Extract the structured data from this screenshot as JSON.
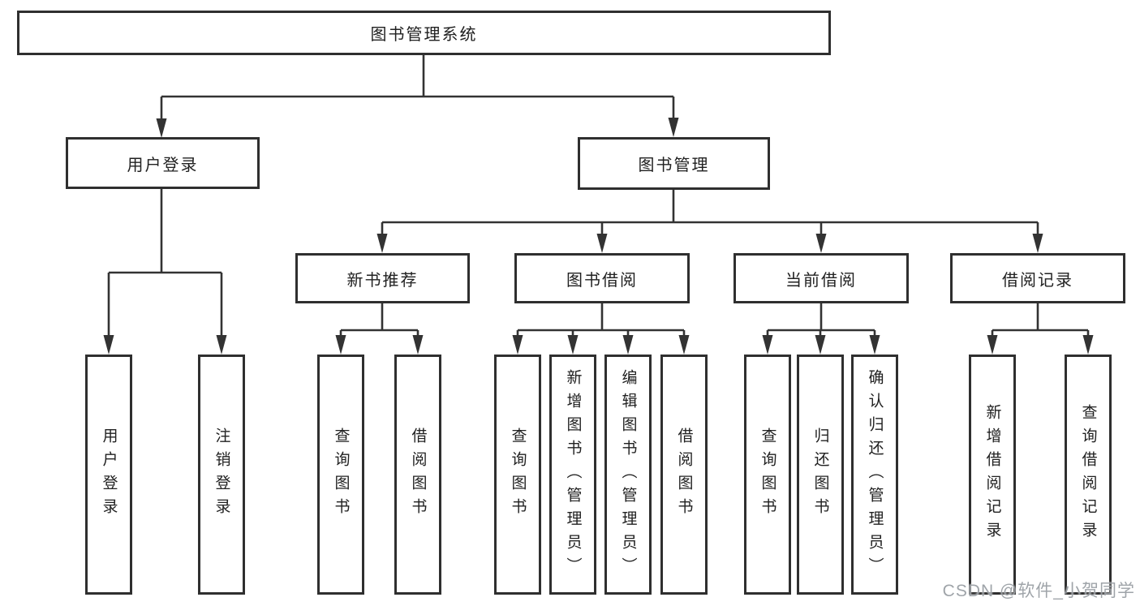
{
  "tree": {
    "root": {
      "label": "图书管理系统",
      "children": [
        {
          "label": "用户登录",
          "children": [
            {
              "label": "用户登录"
            },
            {
              "label": "注销登录"
            }
          ]
        },
        {
          "label": "图书管理",
          "children": [
            {
              "label": "新书推荐",
              "children": [
                {
                  "label": "查询图书"
                },
                {
                  "label": "借阅图书"
                }
              ]
            },
            {
              "label": "图书借阅",
              "children": [
                {
                  "label": "查询图书"
                },
                {
                  "label": "新增图书（管理员）"
                },
                {
                  "label": "编辑图书（管理员）"
                },
                {
                  "label": "借阅图书"
                }
              ]
            },
            {
              "label": "当前借阅",
              "children": [
                {
                  "label": "查询图书"
                },
                {
                  "label": "归还图书"
                },
                {
                  "label": "确认归还（管理员）"
                }
              ]
            },
            {
              "label": "借阅记录",
              "children": [
                {
                  "label": "新增借阅记录"
                },
                {
                  "label": "查询借阅记录"
                }
              ]
            }
          ]
        }
      ]
    }
  },
  "watermark": {
    "text": "CSDN @软件_小贺同学"
  },
  "colors": {
    "line": "#333333",
    "border": "#2f2f2f",
    "text": "#212121",
    "background": "#ffffff",
    "watermark": "#979ca2"
  }
}
